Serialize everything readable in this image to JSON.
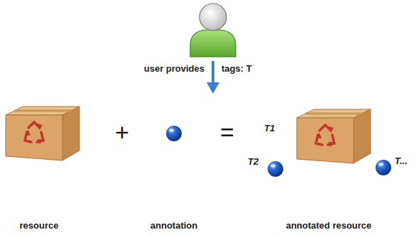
{
  "diagram": {
    "labels": [
      "user provides",
      "tags: T",
      "+",
      "=",
      "T1",
      "T2",
      "T...",
      "resource",
      "annotation",
      "annotated resource"
    ]
  }
}
